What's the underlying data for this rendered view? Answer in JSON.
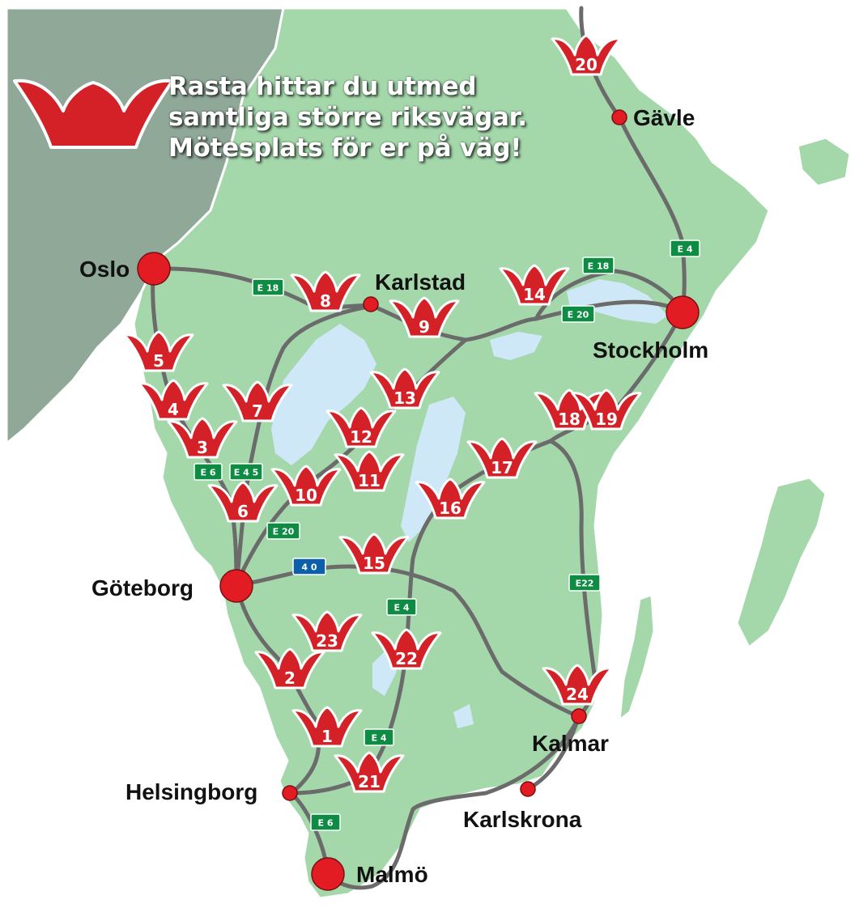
{
  "headline": {
    "line1": "Rasta hittar du utmed",
    "line2": "samtliga större riksvägar.",
    "line3": "Mötesplats för er på väg!"
  },
  "logo": {
    "icon": "crown-icon",
    "color": "#d42027"
  },
  "colors": {
    "land": "#a4d8ab",
    "norway": "#8fa898",
    "water": "#cfe8f7",
    "road": "#6b6b6b",
    "city_dot": "#e31b23",
    "crown": "#d42027",
    "sign_green": "#0e8c44",
    "sign_blue": "#0b5ea8"
  },
  "cities": [
    {
      "id": "oslo",
      "name": "Oslo"
    },
    {
      "id": "karlstad",
      "name": "Karlstad"
    },
    {
      "id": "gavle",
      "name": "Gävle"
    },
    {
      "id": "stockholm",
      "name": "Stockholm"
    },
    {
      "id": "goteborg",
      "name": "Göteborg"
    },
    {
      "id": "helsingborg",
      "name": "Helsingborg"
    },
    {
      "id": "malmo",
      "name": "Malmö"
    },
    {
      "id": "kalmar",
      "name": "Kalmar"
    },
    {
      "id": "karlskrona",
      "name": "Karlskrona"
    }
  ],
  "road_signs": [
    {
      "id": "e18-west",
      "text": "E 18",
      "kind": "green"
    },
    {
      "id": "e18-east",
      "text": "E 18",
      "kind": "green"
    },
    {
      "id": "e4-north",
      "text": "E 4",
      "kind": "green"
    },
    {
      "id": "e20-east",
      "text": "E 20",
      "kind": "green"
    },
    {
      "id": "e6-west",
      "text": "E 6",
      "kind": "green"
    },
    {
      "id": "e45",
      "text": "E 4 5",
      "kind": "green"
    },
    {
      "id": "e20-west",
      "text": "E 20",
      "kind": "green"
    },
    {
      "id": "rv40",
      "text": "4 0",
      "kind": "blue"
    },
    {
      "id": "e4-mid",
      "text": "E 4",
      "kind": "green"
    },
    {
      "id": "e22",
      "text": "E22",
      "kind": "green"
    },
    {
      "id": "e4-south",
      "text": "E 4",
      "kind": "green"
    },
    {
      "id": "e6-south",
      "text": "E 6",
      "kind": "green"
    }
  ],
  "rest_stops": [
    "1",
    "2",
    "3",
    "4",
    "5",
    "6",
    "7",
    "8",
    "9",
    "10",
    "11",
    "12",
    "13",
    "14",
    "15",
    "16",
    "17",
    "18",
    "19",
    "20",
    "21",
    "22",
    "23",
    "24"
  ]
}
